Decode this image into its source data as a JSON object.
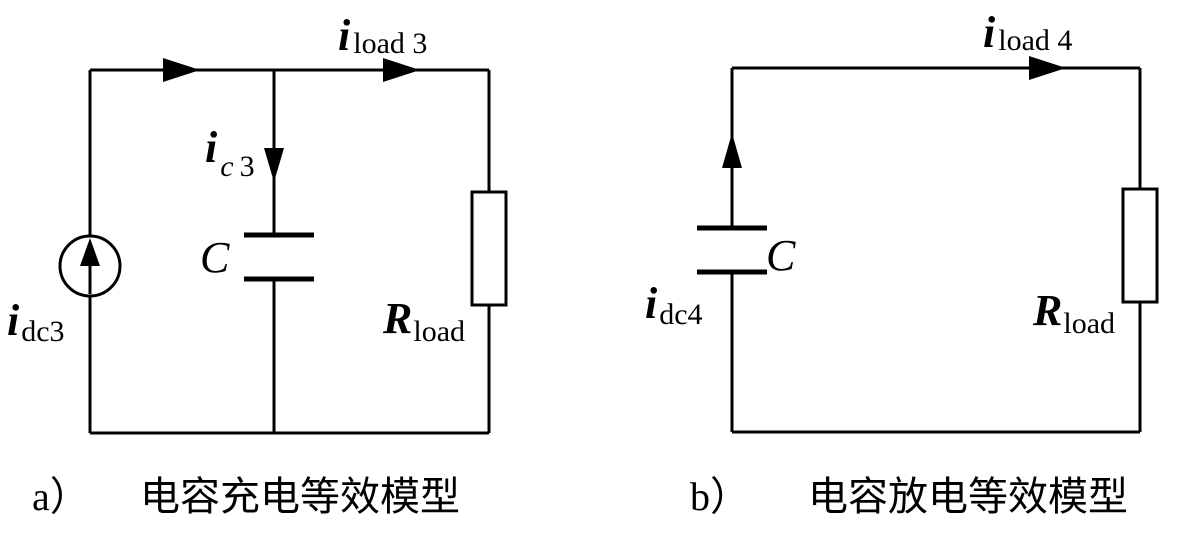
{
  "diagrams": [
    {
      "id": "a",
      "caption_letter": "a）",
      "caption_text": "电容充电等效模型",
      "labels": {
        "i_load_main": "i",
        "i_load_sub": "load 3",
        "i_c_main": "i",
        "i_c_sub_it": "c",
        "i_c_sub_num": "3",
        "capacitor": "C",
        "r_load_main": "R",
        "r_load_sub": "load",
        "i_dc_main": "i",
        "i_dc_sub": "dc3"
      }
    },
    {
      "id": "b",
      "caption_letter": "b）",
      "caption_text": "电容放电等效模型",
      "labels": {
        "i_load_main": "i",
        "i_load_sub": "load 4",
        "capacitor": "C",
        "r_load_main": "R",
        "r_load_sub": "load",
        "i_dc_main": "i",
        "i_dc_sub": "dc4"
      }
    }
  ]
}
